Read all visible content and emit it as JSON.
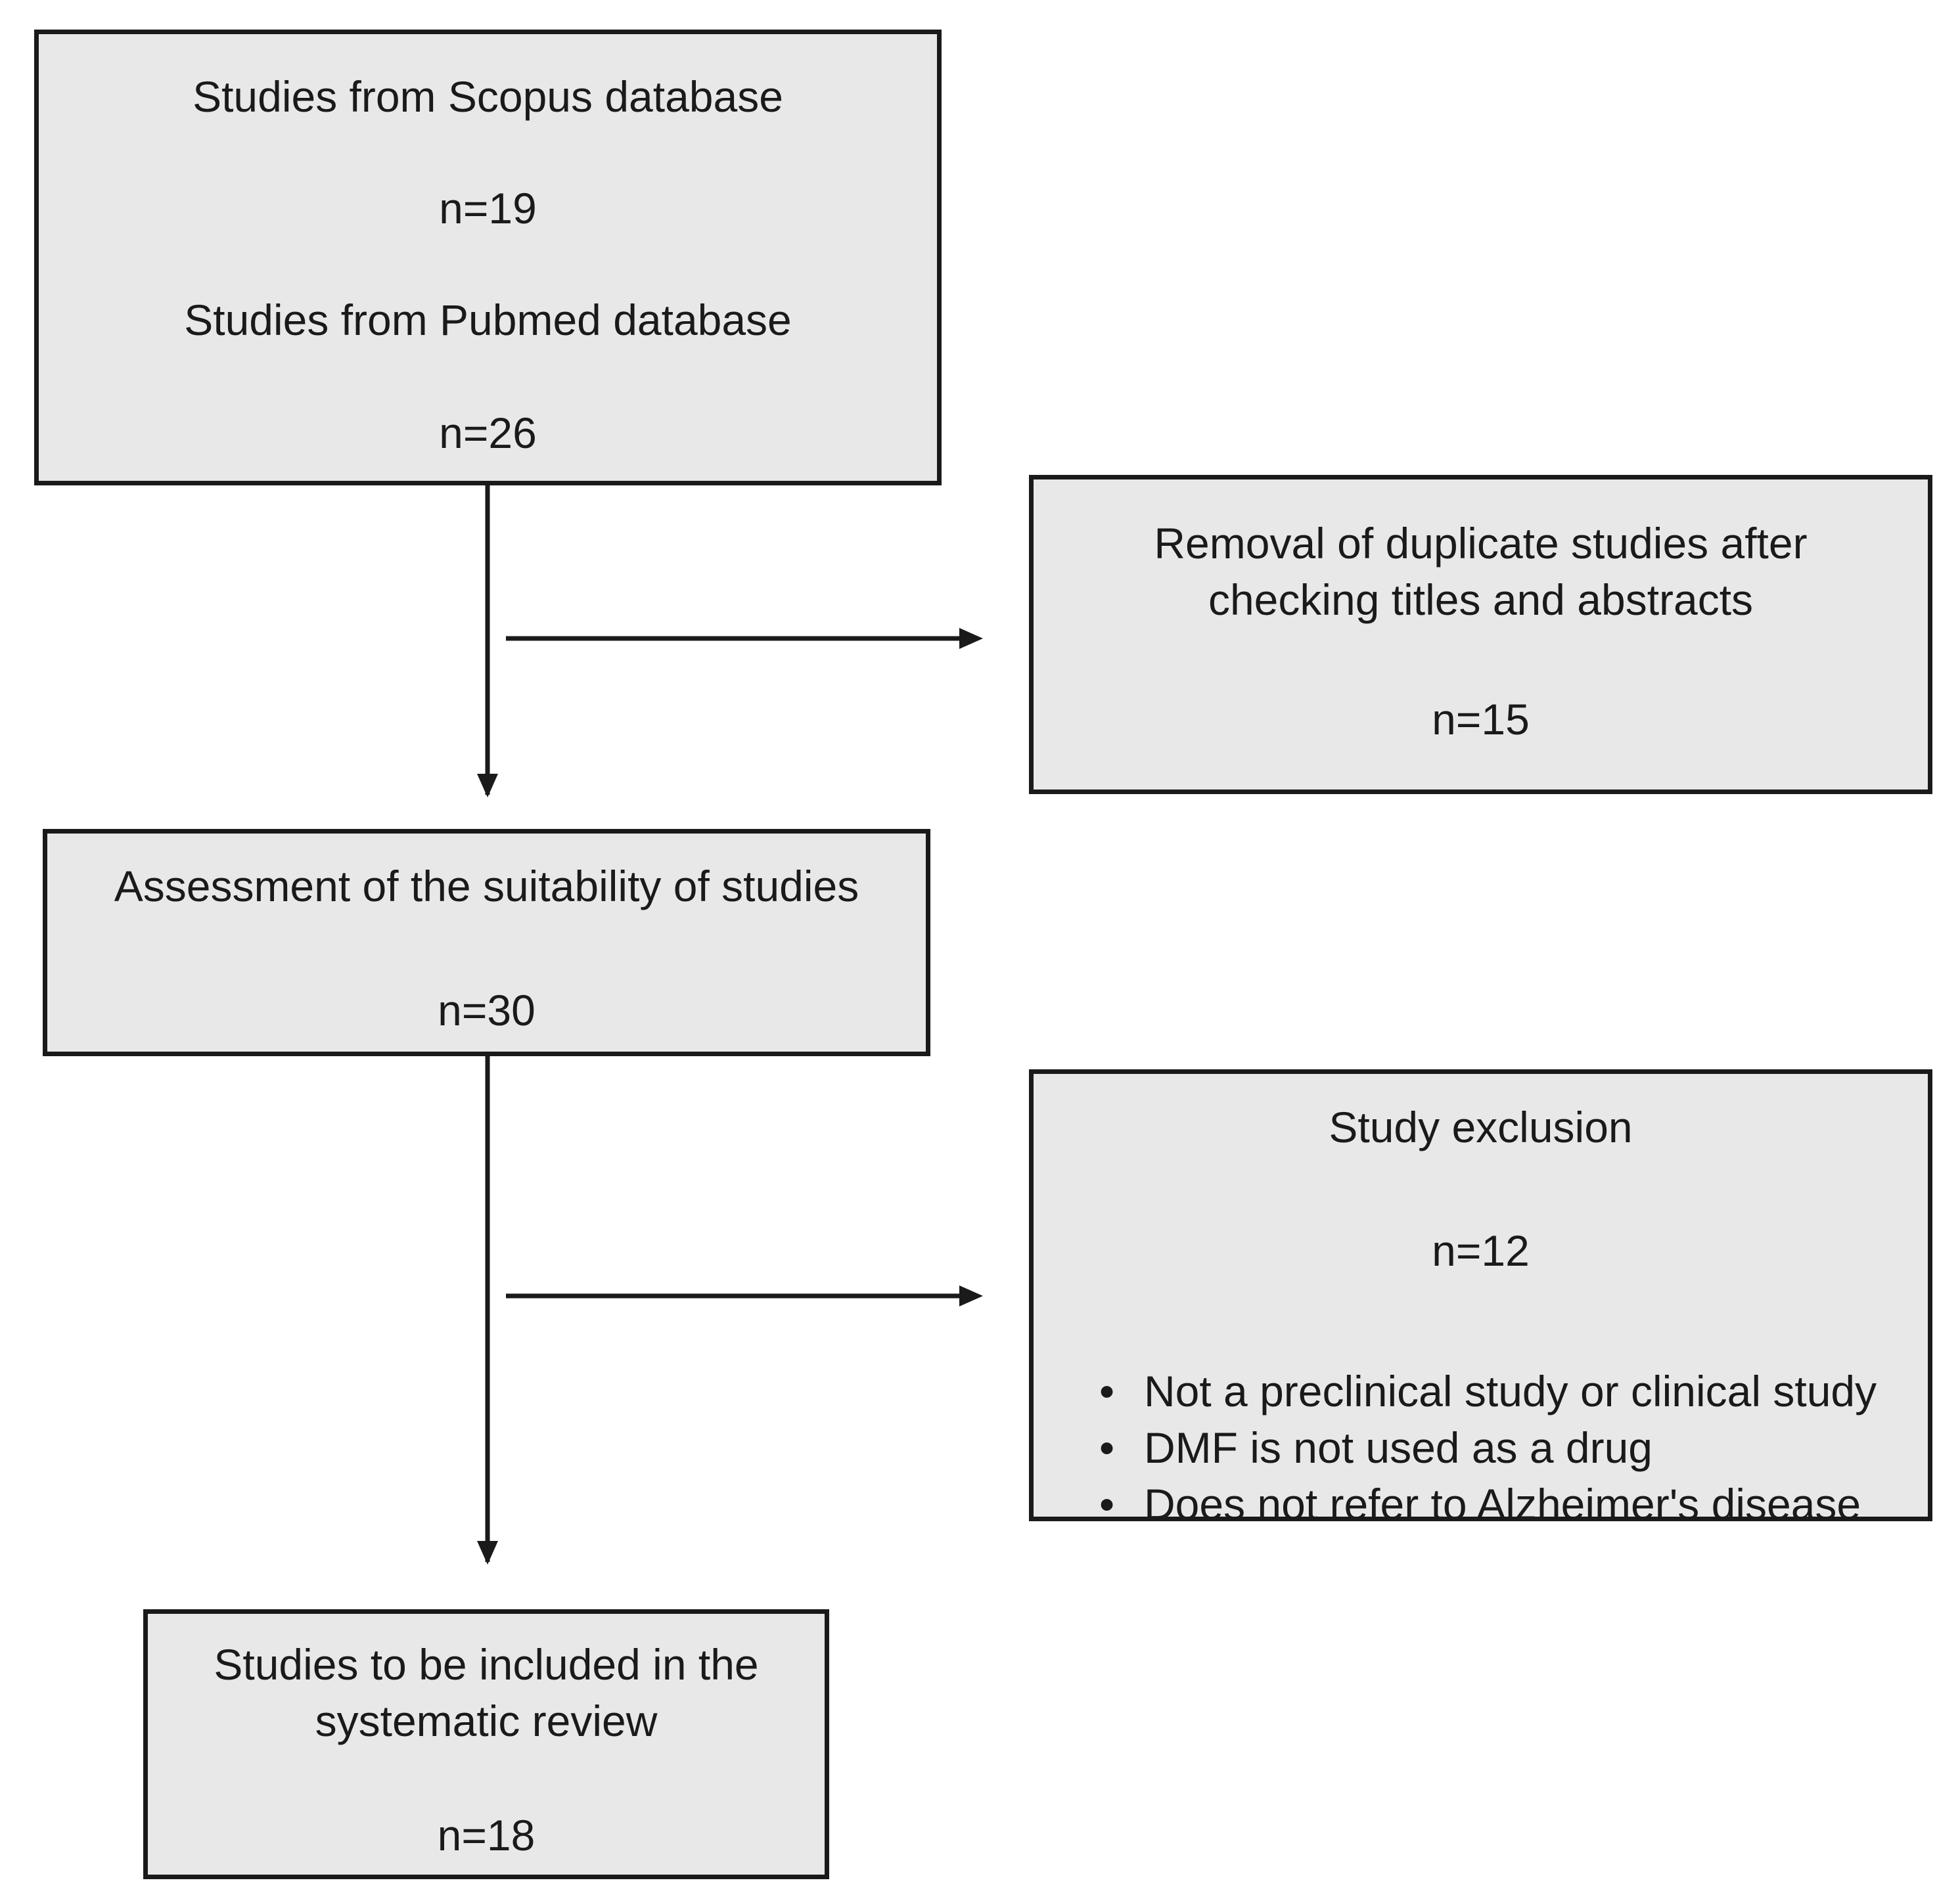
{
  "flow": {
    "sources": {
      "scopus_label": "Studies from Scopus database",
      "scopus_count": "n=19",
      "pubmed_label": "Studies from Pubmed database",
      "pubmed_count": "n=26"
    },
    "duplicates": {
      "line1": "Removal of duplicate studies after",
      "line2": "checking titles and abstracts",
      "count": "n=15"
    },
    "assessment": {
      "label": "Assessment of the suitability of studies",
      "count": "n=30"
    },
    "exclusion": {
      "label": "Study exclusion",
      "count": "n=12",
      "reasons": [
        "Not a preclinical study or clinical study",
        "DMF is not used as a drug",
        "Does not refer to Alzheimer's disease"
      ]
    },
    "included": {
      "line1": "Studies to be included in the",
      "line2": "systematic review",
      "count": "n=18"
    }
  }
}
